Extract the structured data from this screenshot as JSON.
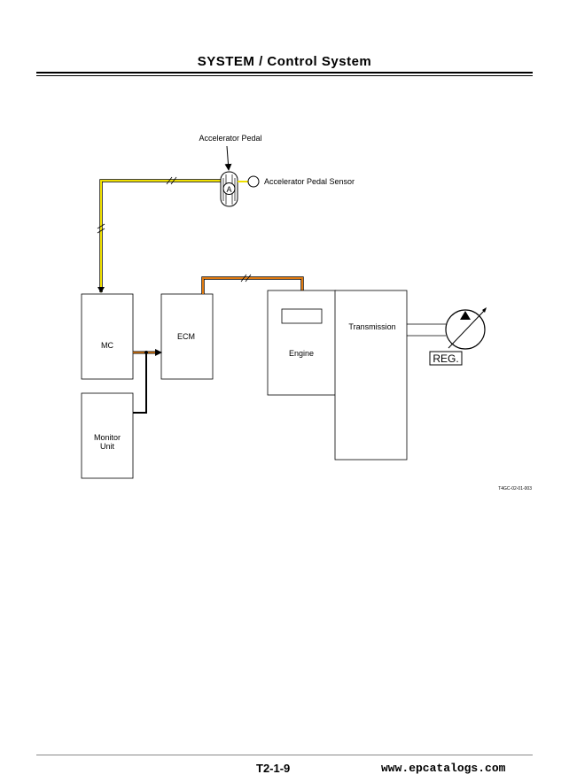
{
  "header": {
    "title": "SYSTEM / Control System"
  },
  "diagram": {
    "labels": {
      "accelerator_pedal": "Accelerator Pedal",
      "pedal_marker": "A",
      "accelerator_pedal_sensor": "Accelerator Pedal Sensor",
      "mc": "MC",
      "ecm": "ECM",
      "monitor_unit_line1": "Monitor",
      "monitor_unit_line2": "Unit",
      "engine": "Engine",
      "transmission": "Transmission",
      "regulator": "REG.",
      "figure_id": "T4GC-02-01-003"
    },
    "colors": {
      "pedal_signal_line": "#f0e000",
      "ecm_engine_line": "#e07a10",
      "mc_ecm_line": "#000000"
    }
  },
  "footer": {
    "page_number": "T2-1-9",
    "watermark": "www.epcatalogs.com"
  }
}
